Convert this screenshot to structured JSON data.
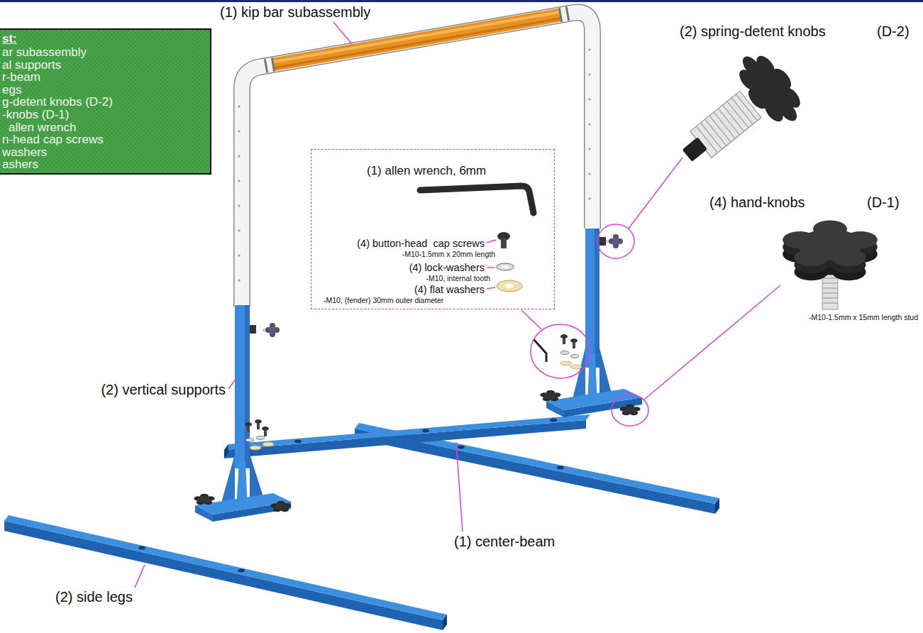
{
  "diagram": {
    "nodes": [
      {
        "text": [
          "st:",
          "ar subassembly",
          "al supports",
          "r-beam",
          "egs",
          "g-detent knobs (D-2)",
          "-knobs (D-1)",
          "allen wrench",
          "n-head cap screws",
          "washers",
          "ashers"
        ]
      },
      {
        "text": [
          "(1) allen wrench, 6mm",
          "(4) button-head  cap screws",
          "-M10-1.5mm x 20mm length",
          "(4) lock-washers",
          "-M10, internal tooth",
          "(4) flat washers",
          "-M10, (fender) 30mm outer diameter"
        ]
      }
    ],
    "labels": [
      "(1) kip bar subassembly",
      "(2) spring-detent knobs",
      "(D-2)",
      "(4) hand-knobs",
      "(D-1)",
      "-M10-1.5mm x 15mm length stud",
      "(2) vertical supports",
      "(1) center-beam",
      "(2) side legs"
    ]
  }
}
